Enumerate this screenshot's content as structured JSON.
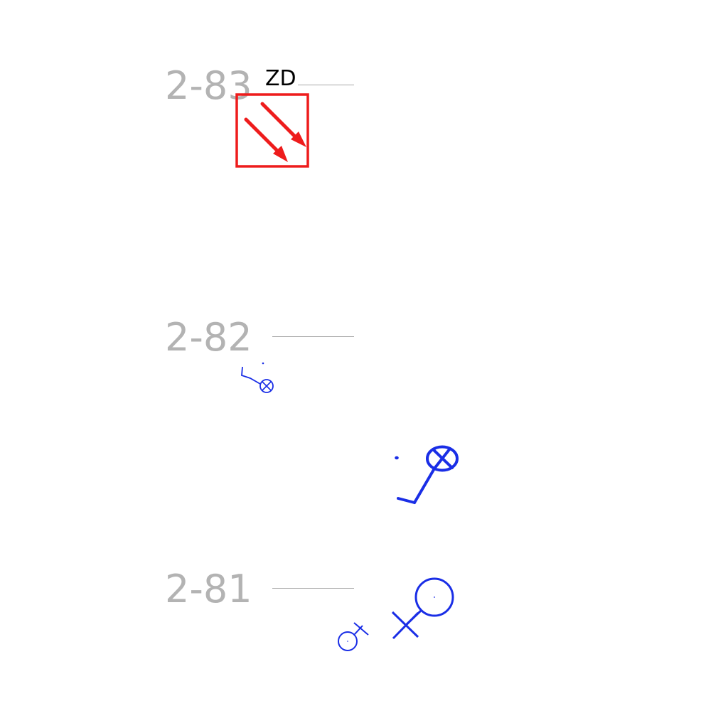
{
  "rows": [
    {
      "label": "2-83"
    },
    {
      "label": "2-82"
    },
    {
      "label": "2-81"
    }
  ],
  "annotation": {
    "text": "ZD"
  },
  "colors": {
    "row_label": "#b3b3b3",
    "row_line": "#a8a8a8",
    "zd_symbol": "#ee1c1c",
    "device_symbol": "#1a2ee6",
    "text": "#000000"
  },
  "icons": [
    "diagonal-double-arrow-box-icon",
    "small-lamp-with-bracket-icon",
    "large-lamp-with-bracket-icon",
    "small-circle-cross-icon",
    "large-circle-cross-icon"
  ]
}
